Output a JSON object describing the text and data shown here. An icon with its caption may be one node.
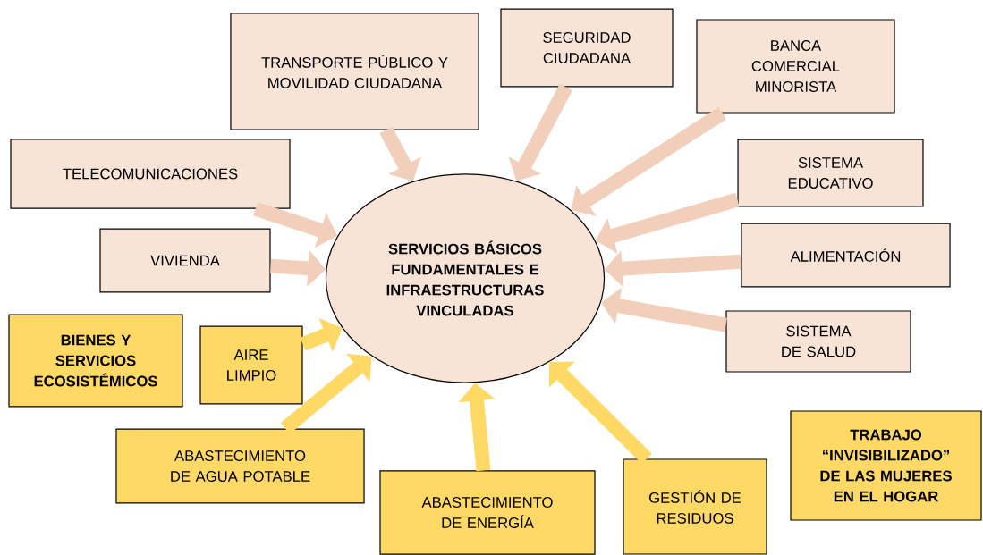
{
  "diagram": {
    "nodes": [
      {
        "text": [
          "SERVICIOS BÁSICOS FUNDAMENTALES E INFRAESTRUCTURAS VINCULADAS"
        ]
      },
      {
        "text": [
          "TRANSPORTE PÚBLICO Y MOVILIDAD CIUDADANA"
        ]
      },
      {
        "text": [
          "SEGURIDAD CIUDADANA"
        ]
      },
      {
        "text": [
          "BANCA COMERCIAL MINORISTA"
        ]
      },
      {
        "text": [
          "TELECOMUNICACIONES"
        ]
      },
      {
        "text": [
          "SISTEMA EDUCATIVO"
        ]
      },
      {
        "text": [
          "VIVIENDA"
        ]
      },
      {
        "text": [
          "ALIMENTACIÓN"
        ]
      },
      {
        "text": [
          "BIENES Y SERVICIOS ECOSISTÉMICOS"
        ]
      },
      {
        "text": [
          "AIRE LIMPIO"
        ]
      },
      {
        "text": [
          "SISTEMA DE SALUD"
        ]
      },
      {
        "text": [
          "TRABAJO “INVISIBILIZADO” DE LAS MUJERES EN EL HOGAR"
        ]
      },
      {
        "text": [
          "ABASTECIMIENTO DE AGUA POTABLE"
        ]
      },
      {
        "text": [
          "ABASTECIMIENTO DE ENERGÍA"
        ]
      },
      {
        "text": [
          "GESTIÓN DE RESIDUOS"
        ]
      }
    ],
    "edges": [
      {
        "from": 1,
        "to": 0,
        "arrow": "to"
      },
      {
        "from": 2,
        "to": 0,
        "arrow": "to"
      },
      {
        "from": 3,
        "to": 0,
        "arrow": "to"
      },
      {
        "from": 4,
        "to": 0,
        "arrow": "to"
      },
      {
        "from": 5,
        "to": 0,
        "arrow": "to"
      },
      {
        "from": 6,
        "to": 0,
        "arrow": "to"
      },
      {
        "from": 7,
        "to": 0,
        "arrow": "to"
      },
      {
        "from": 9,
        "to": 0,
        "arrow": "to",
        "color": "#ffd966"
      },
      {
        "from": 10,
        "to": 0,
        "arrow": "to"
      },
      {
        "from": 12,
        "to": 0,
        "arrow": "to",
        "color": "#ffd966"
      },
      {
        "from": 13,
        "to": 0,
        "arrow": "to",
        "color": "#ffd966"
      },
      {
        "from": 14,
        "to": 0,
        "arrow": "to",
        "color": "#ffd966"
      }
    ]
  }
}
